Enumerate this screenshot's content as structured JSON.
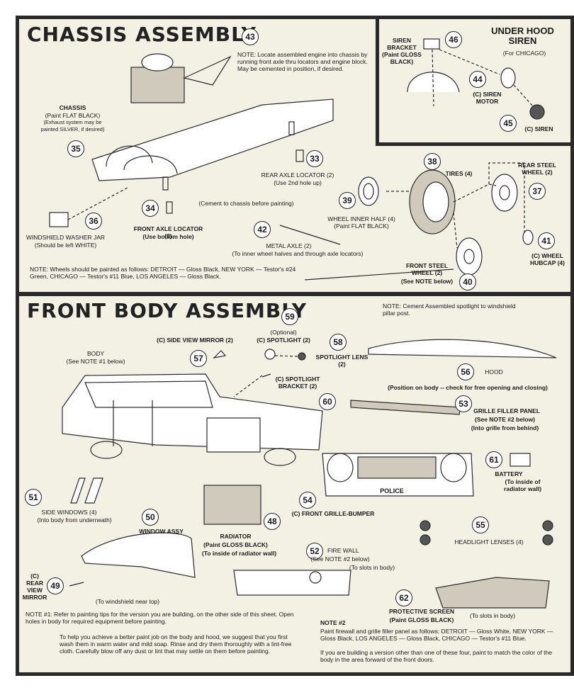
{
  "chassis": {
    "title": "CHASSIS ASSEMBLY",
    "note43": "NOTE: Locate assembled engine into chassis by running front axle thru locators and engine block. May be cemented in position, if desired.",
    "chassis_label": "CHASSIS",
    "chassis_paint": "(Paint FLAT BLACK)",
    "chassis_exhaust": "(Exhaust system may be painted SILVER, if desired)",
    "rear_axle_locator": "REAR AXLE LOCATOR (2)",
    "rear_axle_hole": "(Use 2nd hole up)",
    "cement_note": "(Cement to chassis before painting)",
    "front_axle_locator": "FRONT AXLE LOCATOR (2)",
    "front_axle_hole": "(Use bottom hole)",
    "washer_jar": "WINDSHIELD WASHER JAR",
    "washer_jar_note": "(Should be left WHITE)",
    "metal_axle": "METAL AXLE (2)",
    "metal_axle_note": "(To inner wheel halves and through axle locators)",
    "tires": "TIRES (4)",
    "wheel_inner": "WHEEL INNER HALF (4)",
    "wheel_inner_paint": "(Paint FLAT BLACK)",
    "rear_wheel": "REAR STEEL WHEEL (2)",
    "front_wheel": "FRONT STEEL WHEEL (2)",
    "front_wheel_note": "(See NOTE below)",
    "hubcap": "(C) WHEEL HUBCAP (4)",
    "wheel_note": "NOTE: Wheels should be painted as follows: DETROIT — Gloss Black, NEW YORK — Testor's #24 Green, CHICAGO — Testor's #11 Blue, LOS ANGELES — Gloss Black."
  },
  "siren": {
    "title": "UNDER HOOD SIREN",
    "subtitle": "(For CHICAGO)",
    "bracket": "SIREN BRACKET (Paint GLOSS BLACK)",
    "motor": "(C) SIREN MOTOR",
    "siren": "(C) SIREN"
  },
  "front": {
    "title": "FRONT BODY ASSEMBLY",
    "spot_note": "NOTE: Cement Assembled spotlight to windshield pillar post.",
    "body": "BODY",
    "body_note": "(See NOTE #1 below)",
    "side_mirror": "(C) SIDE VIEW MIRROR (2)",
    "optional": "(Optional)",
    "spotlight": "(C) SPOTLIGHT (2)",
    "spot_lens": "SPOTLIGHT LENS (2)",
    "spot_bracket": "(C) SPOTLIGHT BRACKET (2)",
    "hood": "HOOD",
    "hood_note": "(Position on body -- check for free opening and closing)",
    "grille_filler": "GRILLE FILLER PANEL",
    "grille_filler_note1": "(See NOTE #2 below)",
    "grille_filler_note2": "(Into grille from behind)",
    "battery": "BATTERY",
    "battery_note": "(To inside of radiator wall)",
    "police": "POLICE",
    "side_windows": "SIDE WINDOWS (4)",
    "side_windows_note": "(Into body from underneath)",
    "window_assy": "WINDOW ASSY",
    "radiator": "RADIATOR",
    "radiator_paint": "(Paint GLOSS BLACK)",
    "radiator_note": "(To inside of radiator wall)",
    "grille_bumper": "(C) FRONT GRILLE-BUMPER",
    "headlight": "HEADLIGHT LENSES (4)",
    "fire_wall": "FIRE WALL",
    "fire_wall_note1": "(See NOTE #2 below)",
    "fire_wall_note2": "(To slots in body)",
    "rear_mirror": "(C) REAR VIEW MIRROR",
    "rear_mirror_note": "(To windshield near top)",
    "screen": "PROTECTIVE SCREEN",
    "screen_paint": "(Paint GLOSS BLACK)",
    "screen_note": "(To slots in body)",
    "note1": "NOTE #1: Refer to painting tips for the version you are building, on the other side of this sheet. Open holes in body for required equipment before painting.",
    "note1b": "To help you achieve a better paint job on the body and hood, we suggest that you first wash them in warm water and mild soap. Rinse and dry them thoroughly with a lint-free cloth. Carefully blow off any dust or lint that may settle on them before painting.",
    "note2_head": "NOTE #2",
    "note2": "Paint firewall and grille filler panel as follows: DETROIT — Gloss White, NEW YORK — Gloss Black, LOS ANGELES — Gloss Black, CHICAGO — Testor's #11 Blue.",
    "note2b": "If you are building a version other than one of these four, paint to match the color of the body in the area forward of the front doors."
  },
  "numbers": [
    "43",
    "35",
    "33",
    "34",
    "36",
    "42",
    "38",
    "39",
    "37",
    "41",
    "40",
    "46",
    "44",
    "45",
    "59",
    "57",
    "58",
    "60",
    "56",
    "53",
    "61",
    "51",
    "50",
    "48",
    "54",
    "55",
    "52",
    "49",
    "62"
  ]
}
